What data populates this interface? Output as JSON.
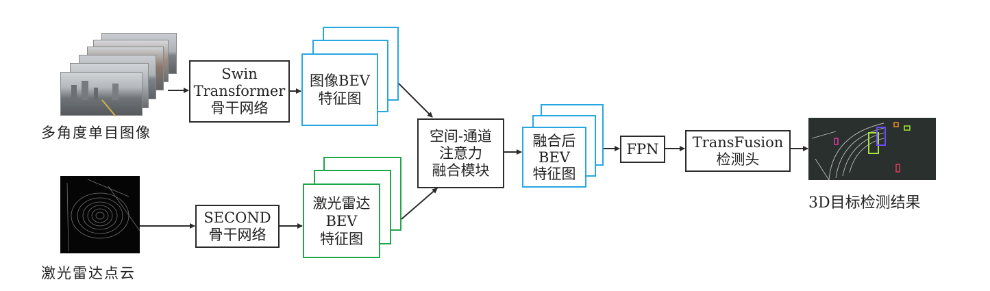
{
  "inputs": {
    "camera_label": "多角度单目图像",
    "lidar_label": "激光雷达点云"
  },
  "backbones": {
    "swin": [
      "Swin",
      "Transformer",
      "骨干网络"
    ],
    "second": [
      "SECOND",
      "骨干网络"
    ]
  },
  "features": {
    "image_bev": [
      "图像BEV",
      "特征图"
    ],
    "lidar_bev": [
      "激光雷达",
      "BEV",
      "特征图"
    ],
    "fused_bev": [
      "融合后",
      "BEV",
      "特征图"
    ]
  },
  "fusion_module": [
    "空间-通道",
    "注意力",
    "融合模块"
  ],
  "fpn": "FPN",
  "head": [
    "TransFusion",
    "检测头"
  ],
  "output_label": "3D目标检测结果",
  "colors": {
    "image_branch": "#27a7e2",
    "lidar_branch": "#1ea64b",
    "box": "#2a2a2a"
  }
}
